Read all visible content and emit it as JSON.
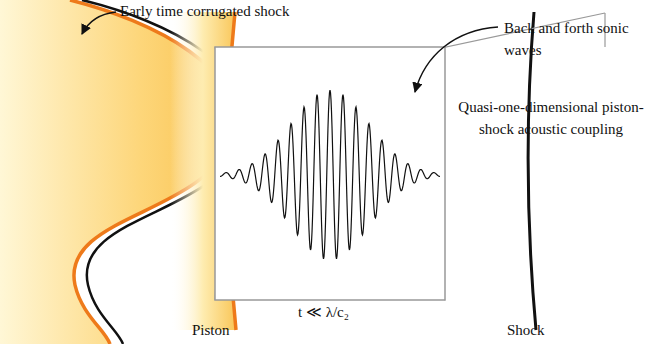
{
  "diagram": {
    "labels": [
      "Early time corrugated shock",
      "Back and forth sonic waves",
      "Quasi-one-dimensional piston-shock acoustic coupling",
      "t ≪ λ/c₂",
      "Piston",
      "Shock"
    ]
  }
}
